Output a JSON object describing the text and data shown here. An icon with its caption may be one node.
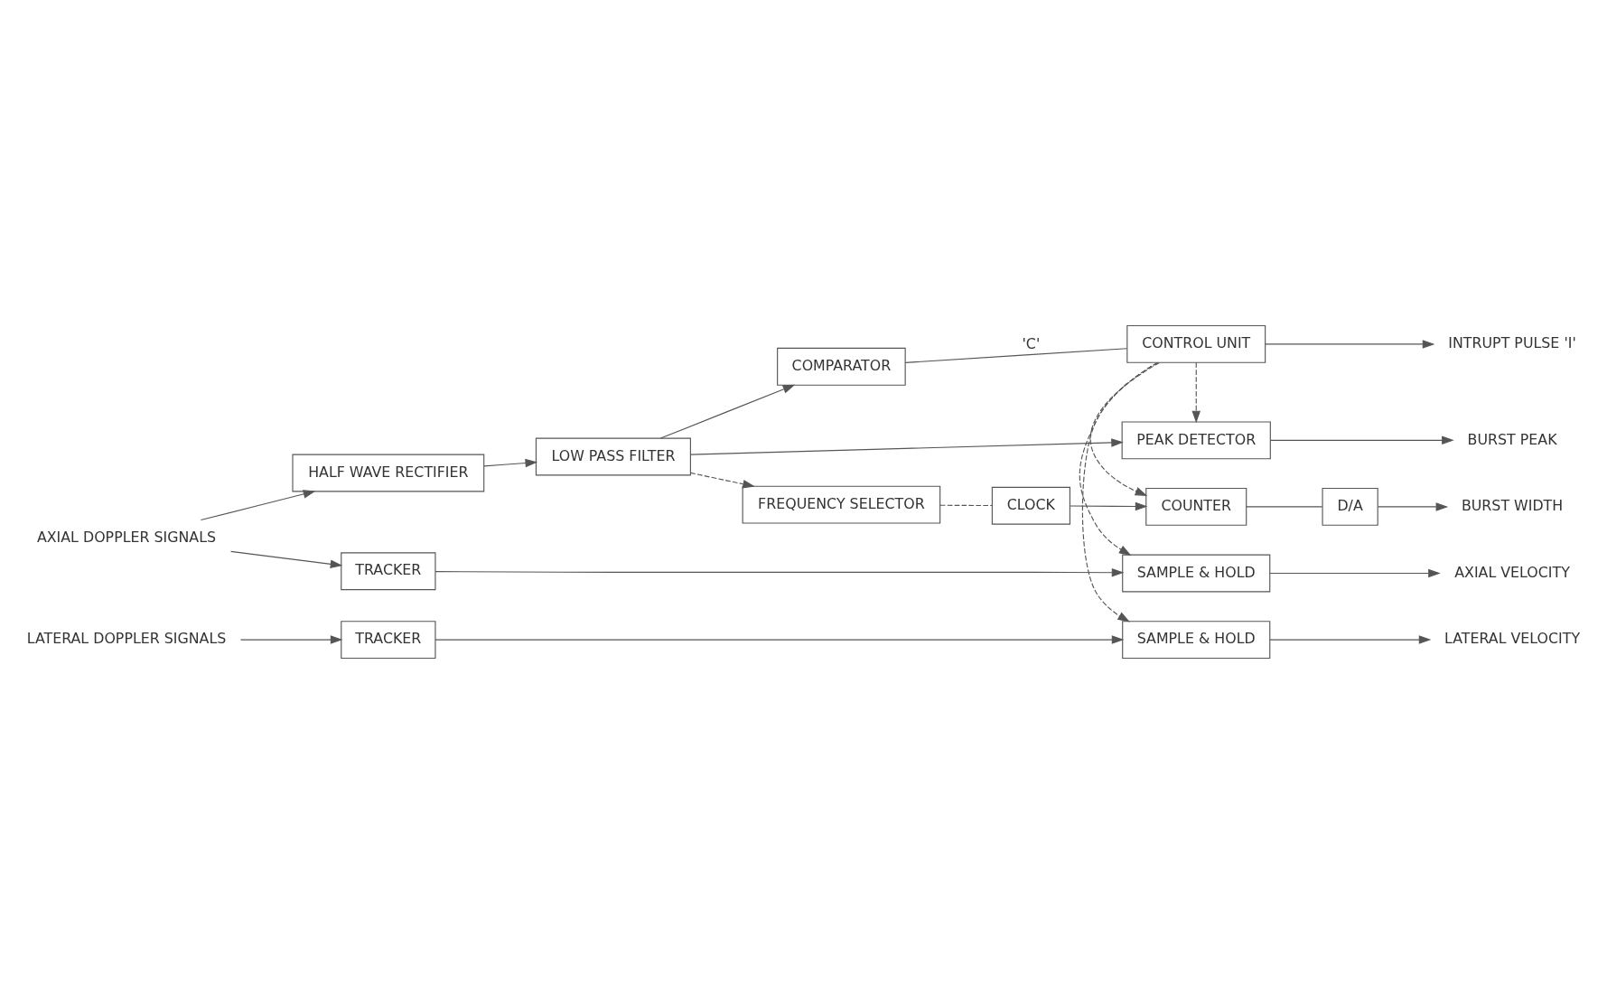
{
  "diagram": {
    "nodes": [
      {
        "text": [
          "FREQUENCY SELECTOR"
        ]
      },
      {
        "text": [
          "CLOCK"
        ]
      },
      {
        "text": [
          "COUNTER"
        ]
      },
      {
        "text": [
          "D/A"
        ]
      },
      {
        "text": [
          "HALF WAVE RECTIFIER"
        ]
      },
      {
        "text": [
          "LOW PASS FILTER"
        ]
      },
      {
        "text": [
          "COMPARATOR"
        ]
      },
      {
        "text": [
          "CONTROL UNIT"
        ]
      },
      {
        "text": [
          "PEAK DETECTOR"
        ]
      },
      {
        "text": [
          "TRACKER"
        ]
      },
      {
        "text": [
          "SAMPLE & HOLD"
        ]
      },
      {
        "text": [
          "TRACKER"
        ]
      },
      {
        "text": [
          "SAMPLE & HOLD"
        ]
      },
      {
        "text": [
          "AXIAL DOPPLER SIGNALS"
        ]
      },
      {
        "text": [
          "LATERAL DOPPLER SIGNALS"
        ]
      },
      {
        "text": [
          "BURST WIDTH"
        ]
      },
      {
        "text": [
          "INTRUPT PULSE 'I'"
        ]
      },
      {
        "text": [
          "BURST PEAK"
        ]
      },
      {
        "text": [
          "AXIAL VELOCITY"
        ]
      },
      {
        "text": [
          "LATERAL VELOCITY"
        ]
      }
    ],
    "edges": [
      {
        "from": 13,
        "to": 4,
        "arrow": "to"
      },
      {
        "from": 4,
        "to": 5,
        "arrow": "to"
      },
      {
        "from": 5,
        "to": 6,
        "arrow": "to"
      },
      {
        "from": 5,
        "to": 8,
        "arrow": "to"
      },
      {
        "from": 13,
        "to": 9,
        "arrow": "to"
      },
      {
        "from": 0,
        "to": 1,
        "arrow": "none",
        "style": "dashed"
      },
      {
        "from": 5,
        "to": 0,
        "arrow": "to",
        "style": "dashed"
      },
      {
        "from": 1,
        "to": 2,
        "arrow": "to"
      },
      {
        "from": 2,
        "to": 3,
        "arrow": "none"
      },
      {
        "from": 6,
        "to": 7,
        "arrow": "none",
        "label": "'C'"
      },
      {
        "from": 7,
        "to": 2,
        "arrow": "to",
        "style": "dashed"
      },
      {
        "from": 7,
        "to": 8,
        "arrow": "to",
        "style": "dashed"
      },
      {
        "from": 7,
        "to": 10,
        "arrow": "to",
        "style": "dashed"
      },
      {
        "from": 7,
        "to": 12,
        "arrow": "to",
        "style": "dashed"
      },
      {
        "from": 9,
        "to": 10,
        "arrow": "to"
      },
      {
        "from": 14,
        "to": 11,
        "arrow": "to"
      },
      {
        "from": 11,
        "to": 12,
        "arrow": "to"
      },
      {
        "from": 3,
        "to": 15,
        "arrow": "to"
      },
      {
        "from": 7,
        "to": 16,
        "arrow": "to"
      },
      {
        "from": 8,
        "to": 17,
        "arrow": "to"
      },
      {
        "from": 10,
        "to": 18,
        "arrow": "to"
      },
      {
        "from": 12,
        "to": 19,
        "arrow": "to"
      }
    ]
  }
}
